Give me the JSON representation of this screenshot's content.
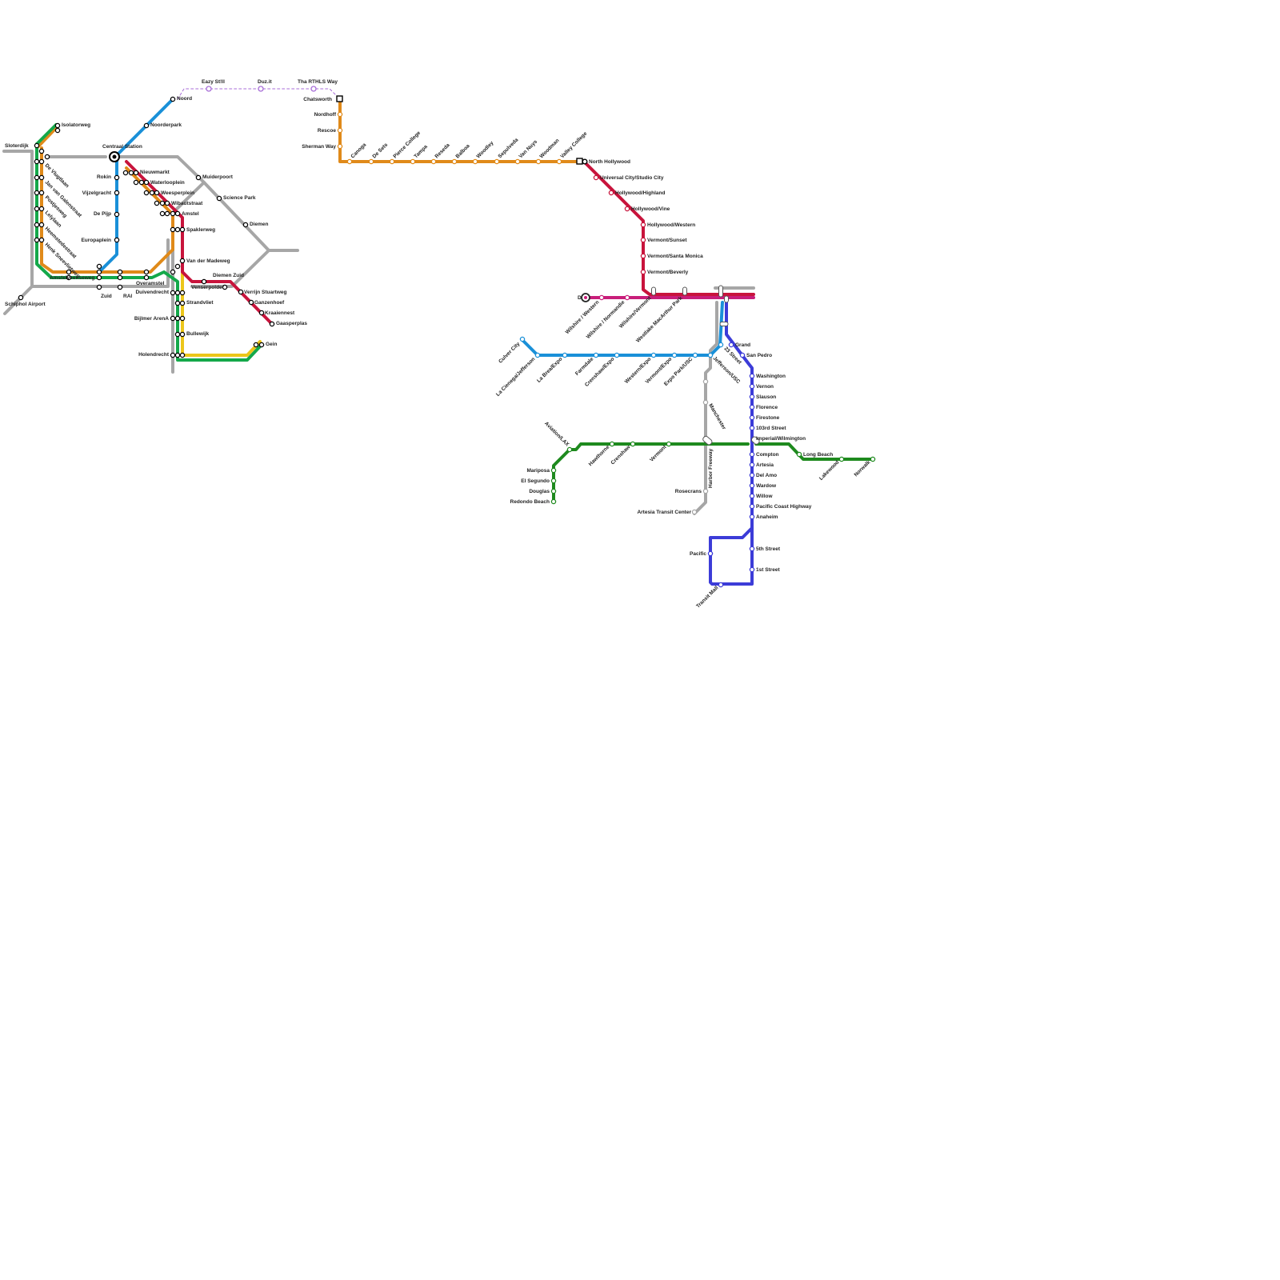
{
  "colors": {
    "grey": "#a6a6a6",
    "orange": "#e08a1a",
    "green": "#14a84a",
    "blue": "#1a90d8",
    "red": "#c8143c",
    "yellow": "#ecc61a",
    "purple": "#a86ed8",
    "la_orange": "#e08a1a",
    "la_red": "#c8143c",
    "la_magenta": "#c81e7a",
    "la_blue": "#1a90d8",
    "la_navy": "#3c3cd8",
    "la_green": "#1e8a1e"
  },
  "title": "",
  "amsterdam": {
    "stations": [
      "Sloterdijk",
      "Isolatorweg",
      "De Vlugtlaan",
      "Jan van Galenstraat",
      "Postjesweg",
      "Lelylaan",
      "Heemstedestraat",
      "Henk Sneevlietweg",
      "Amstelveenseweg",
      "Schiphol Airport",
      "Zuid",
      "RAI",
      "Overamstel",
      "Centraal Station",
      "Rokin",
      "Vijzelgracht",
      "De Pijp",
      "Europaplein",
      "Noord",
      "Noorderpark",
      "Nieuwmarkt",
      "Waterlooplein",
      "Weesperplein",
      "Wibautstraat",
      "Amstel",
      "Spaklerweg",
      "Van der Madeweg",
      "Duivendrecht",
      "Strandvliet",
      "Bijlmer ArenA",
      "Bullewijk",
      "Holendrecht",
      "Gein",
      "Muiderpoort",
      "Science Park",
      "Diemen",
      "Diemen Zuid",
      "Venserpolder",
      "Verrijn Stuartweg",
      "Ganzenhoef",
      "Kraaiennest",
      "Gaasperplas",
      "Eazy St!ll",
      "Duz.it",
      "Tha RTHLS Way"
    ]
  },
  "los_angeles": {
    "stations": [
      "Chatsworth",
      "Nordhoff",
      "Rescoe",
      "Sherman Way",
      "Canoga",
      "De Sets",
      "Pierce College",
      "Tampa",
      "Reseda",
      "Balboa",
      "Woodley",
      "Sepulveda",
      "Van Nuys",
      "Woodman",
      "Valley College",
      "North Hollywood",
      "Universal City/Studio City",
      "Hollywood/Highland",
      "Hollywood/Vine",
      "Hollywood/Western",
      "Vermont/Sunset",
      "Vermont/Santa Monica",
      "Vermont/Beverly",
      "D",
      "Wilshire / Western",
      "Wilshire / Normandie",
      "Wilshire/Vermont",
      "Westlake MacArthur Park",
      "Culver City",
      "La Cienega/Jefferson",
      "La Brea/Expo",
      "Farmdale",
      "Crenshaw/Expo",
      "Western/Expo",
      "Vermont/Expo",
      "Expo Park/USC",
      "Jefferson/USC",
      "23 Street",
      "Grand",
      "San Pedro",
      "Washington",
      "Vernon",
      "Slauson",
      "Florence",
      "Firestone",
      "103rd Street",
      "Imperial/Wilmington",
      "Compton",
      "Artesia",
      "Del Amo",
      "Wardow",
      "Willow",
      "Pacific Coast Highway",
      "Anaheim",
      "5th Street",
      "1st Street",
      "Pacific",
      "Transit Mall",
      "Long Beach",
      "Lakewood",
      "Norwalk",
      "Aviation/LAX",
      "Mariposa",
      "El Segundo",
      "Douglas",
      "Redondo Beach",
      "Hawthorne",
      "Crenshaw",
      "Vermont",
      "Harbor Freeway",
      "Manchester",
      "Rosecrans",
      "Artesia Transit Center"
    ]
  }
}
